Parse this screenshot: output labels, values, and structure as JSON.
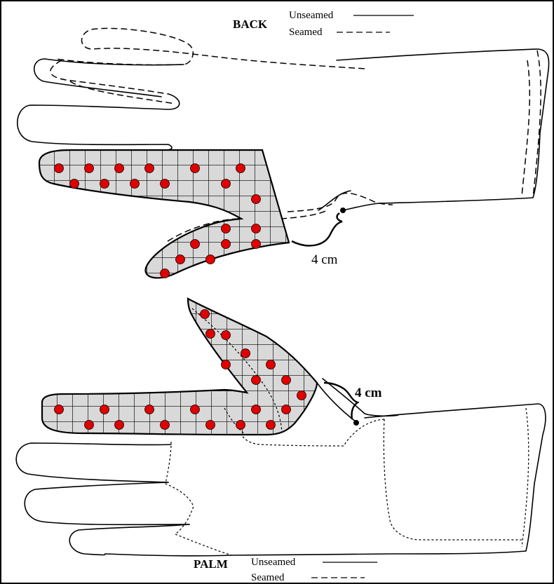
{
  "back_panel": {
    "title": "BACK",
    "legend_solid": "Unseamed",
    "legend_dashed": "Seamed",
    "measurement": "4 cm"
  },
  "palm_panel": {
    "title": "PALM",
    "legend_solid": "Unseamed",
    "legend_dashed": "Seamed",
    "measurement": "4 cm"
  },
  "colors": {
    "dot": "#e00000",
    "grid_fill": "#d9d9d9",
    "line": "#000000",
    "border": "#000000"
  },
  "icons": {
    "dot": "red-circle-marker"
  }
}
